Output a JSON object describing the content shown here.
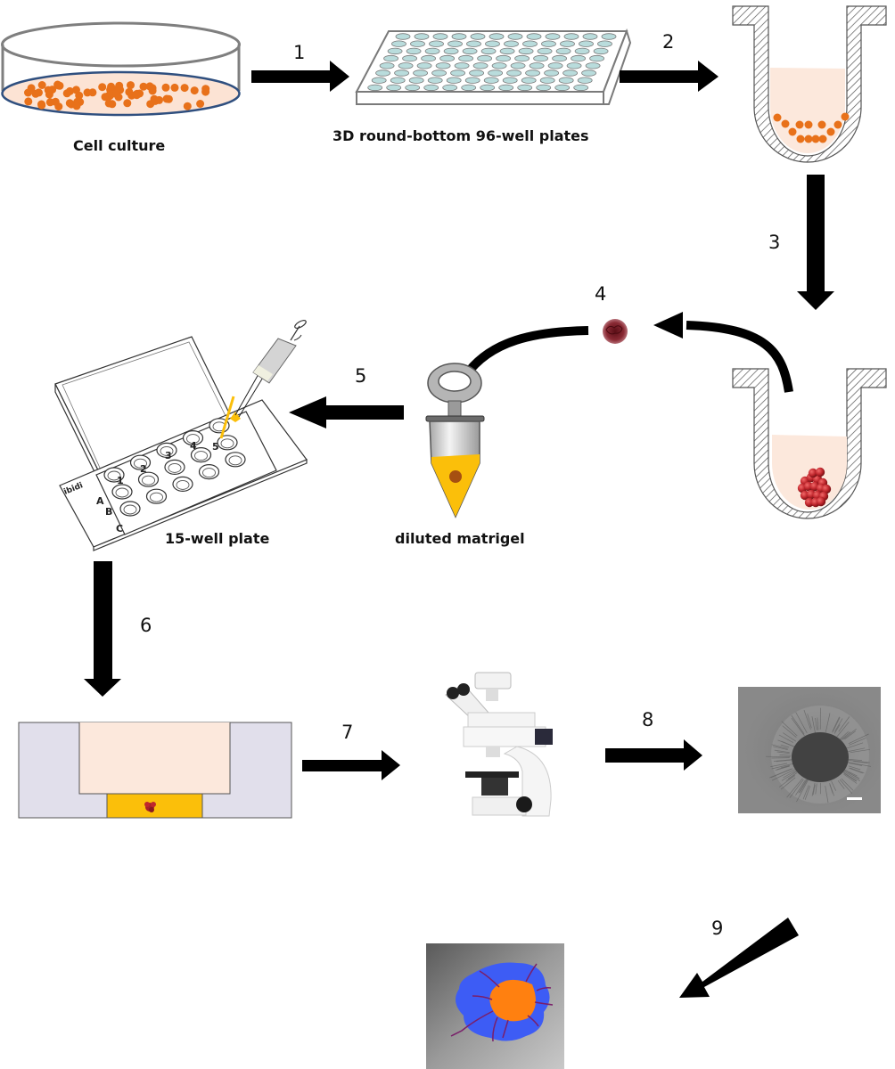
{
  "figure": {
    "title": "3D spheroid invasion assay workflow",
    "colors": {
      "arrow": "#000000",
      "cell": "#e8711a",
      "medium": "#fce8dc",
      "matrigel": "#fbbf0a",
      "spheroid": "#c0272d",
      "well_wall": "#e1dfeb",
      "invasion_area": "#3d5cf5",
      "core_area": "#ff8010"
    },
    "labels": {
      "cell_culture": "Cell culture",
      "plate96": "3D round-bottom 96-well plates",
      "plate15": "15-well plate",
      "matrigel": "diluted matrigel"
    },
    "plate15": {
      "brand": "ibidi",
      "rows": [
        "A",
        "B",
        "C"
      ],
      "cols": [
        "1",
        "2",
        "3",
        "4",
        "5"
      ]
    },
    "steps": [
      "1",
      "2",
      "3",
      "4",
      "5",
      "6",
      "7",
      "8",
      "9"
    ]
  }
}
